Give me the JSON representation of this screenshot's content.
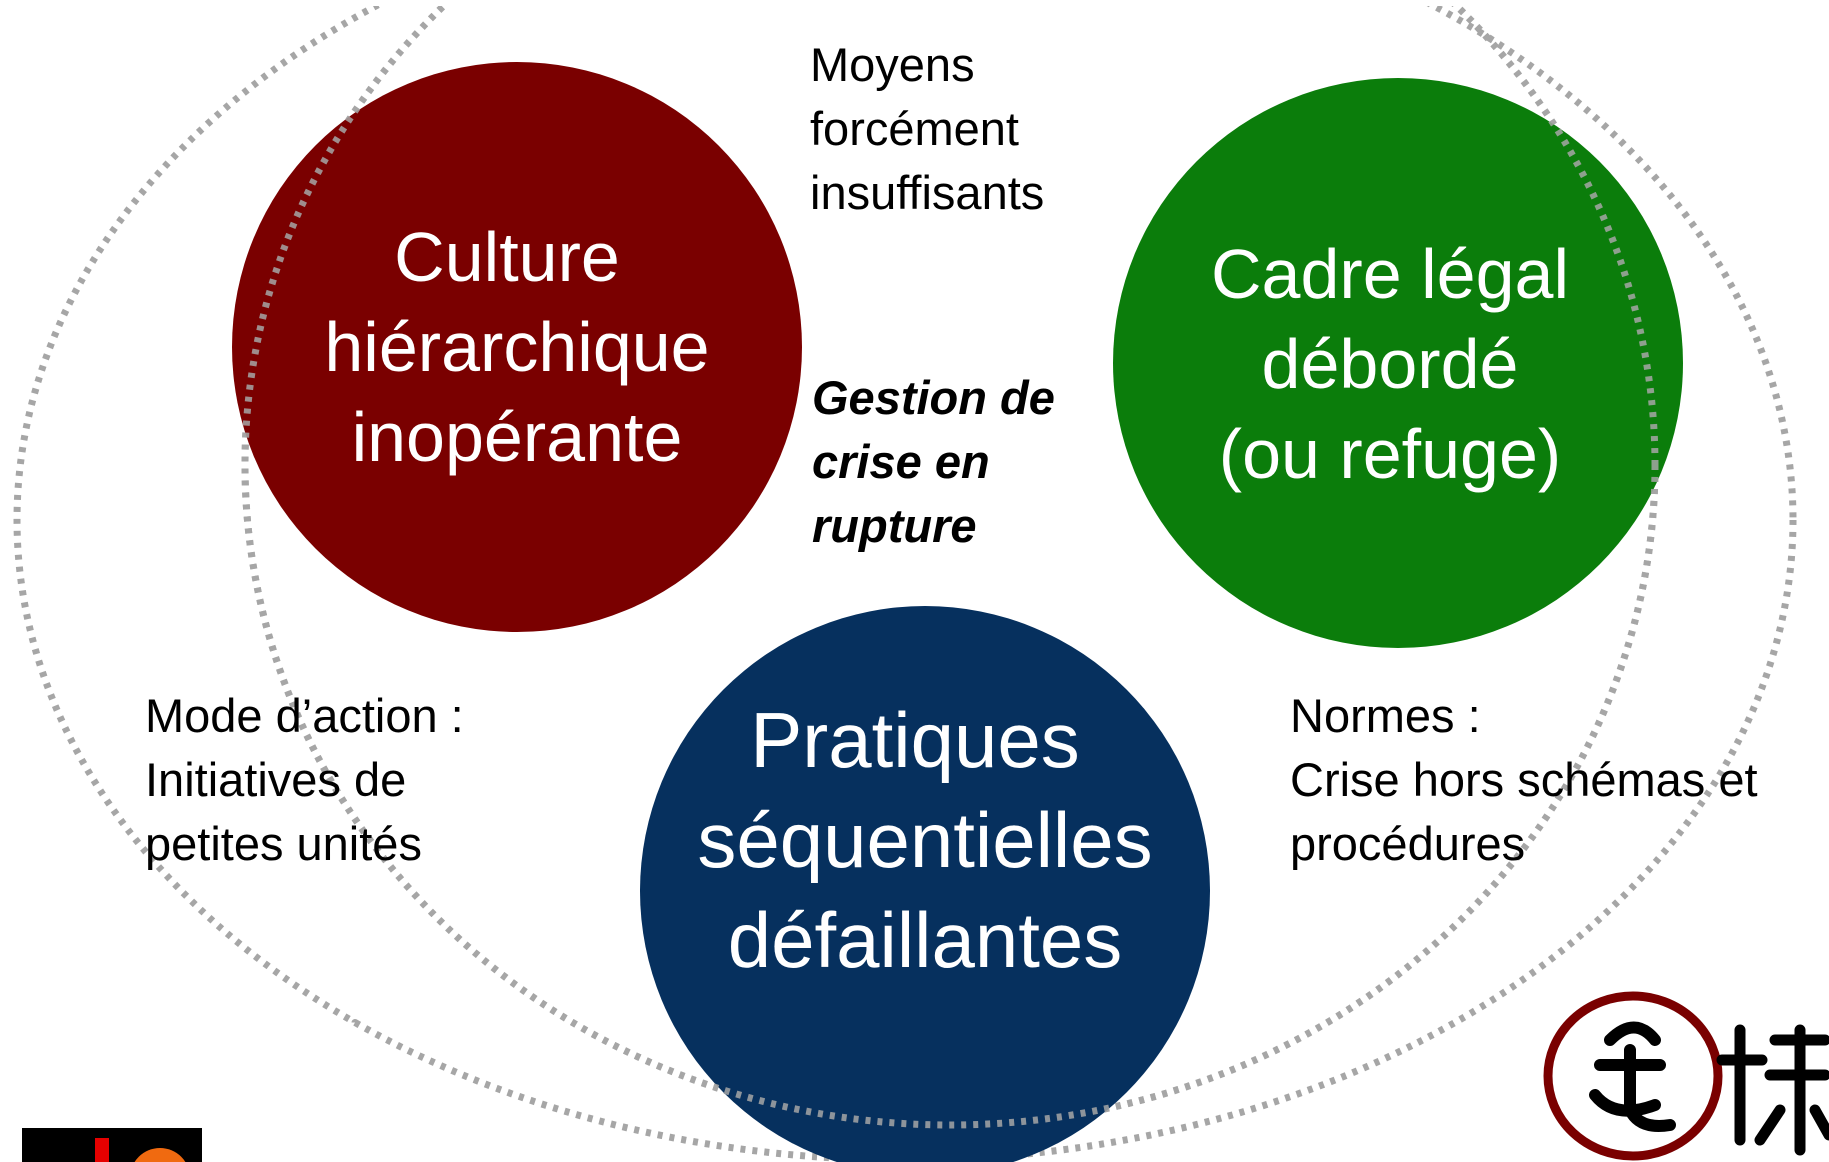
{
  "colors": {
    "culture_circle": "#7a0000",
    "cadre_circle": "#0b7d0b",
    "pratiques_circle": "#06305e",
    "dotted_ring": "#a6a6a6",
    "logo_ring": "#7a0000"
  },
  "circles": {
    "culture": {
      "lines": [
        "Culture",
        "hiérarchique",
        "inopérante"
      ]
    },
    "cadre": {
      "lines": [
        "Cadre légal",
        "débordé",
        "(ou refuge)"
      ]
    },
    "pratiques": {
      "lines": [
        "Pratiques",
        "séquentielles",
        "défaillantes"
      ]
    }
  },
  "labels": {
    "moyens": [
      "Moyens",
      "forcément",
      "insuffisants"
    ],
    "gestion": [
      "Gestion de",
      "crise en",
      "rupture"
    ],
    "mode_action": [
      "Mode d’action :",
      "Initiatives de",
      "petites unités"
    ],
    "normes": [
      "Normes :",
      "Crise hors schémas et",
      "procédures"
    ]
  },
  "logos": {
    "bottom_left": "partial-logo",
    "bottom_right": "calligraphy-seal-logo"
  }
}
